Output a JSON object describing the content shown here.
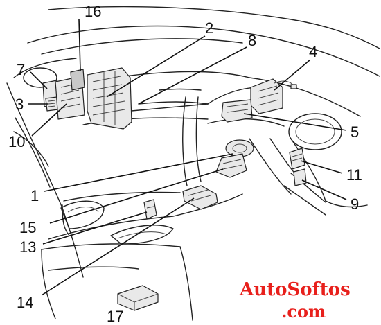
{
  "labels": {
    "l1": "1",
    "l2": "2",
    "l3": "3",
    "l4": "4",
    "l5": "5",
    "l7": "7",
    "l8": "8",
    "l9": "9",
    "l10": "10",
    "l11": "11",
    "l13": "13",
    "l14": "14",
    "l15": "15",
    "l16": "16",
    "l17": "17"
  },
  "watermark": {
    "line1": "AutoSoftos",
    "line2": ".com",
    "color": "#e8201c"
  }
}
